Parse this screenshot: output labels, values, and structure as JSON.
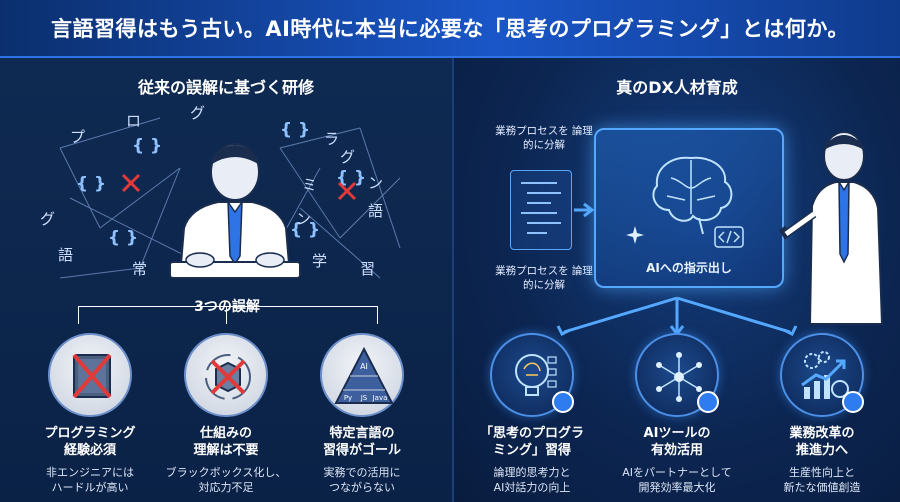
{
  "title": "言語習得はもう古い。AI時代に本当に必要な「思考のプログラミング」とは何か。",
  "left": {
    "heading": "従来の誤解に基づく研修",
    "glyphs": [
      "プ",
      "ロ",
      "グ",
      "{ }",
      "{ }",
      "ラ",
      "グ",
      "ミ",
      "{ }",
      "{ }",
      "{ }",
      "ン",
      "語",
      "学",
      "習",
      "語",
      "ン",
      "グ",
      "{ }",
      "常"
    ],
    "mistakes_label": "3つの誤解",
    "mistakes": [
      {
        "name": "プログラミング\n経験必須",
        "desc": "非エンジニアには\nハードルが高い"
      },
      {
        "name": "仕組みの\n理解は不要",
        "desc": "ブラックボックス化し、\n対応力不足"
      },
      {
        "name": "特定言語の\n習得がゴール",
        "desc": "実務での活用に\nつながらない"
      }
    ],
    "pyramid_labels": [
      "AI",
      "Py",
      "JS",
      "Java"
    ],
    "colors": {
      "x_mark": "#e03a3a"
    }
  },
  "right": {
    "heading": "真のDX人材育成",
    "process_top": "業務プロセスを\n論理的に分解",
    "process_bottom": "業務プロセスを\n論理的に分解",
    "screen_label": "AIへの指示出し",
    "benefits": [
      {
        "name": "「思考のプログラ\nミング」習得",
        "desc": "論理的思考力と\nAI対話力の向上"
      },
      {
        "name": "AIツールの\n有効活用",
        "desc": "AIをパートナーとして\n開発効率最大化"
      },
      {
        "name": "業務改革の\n推進力へ",
        "desc": "生産性向上と\n新たな価値創造"
      }
    ],
    "colors": {
      "glow": "#55a8ff",
      "check": "#2f7cf0"
    }
  }
}
